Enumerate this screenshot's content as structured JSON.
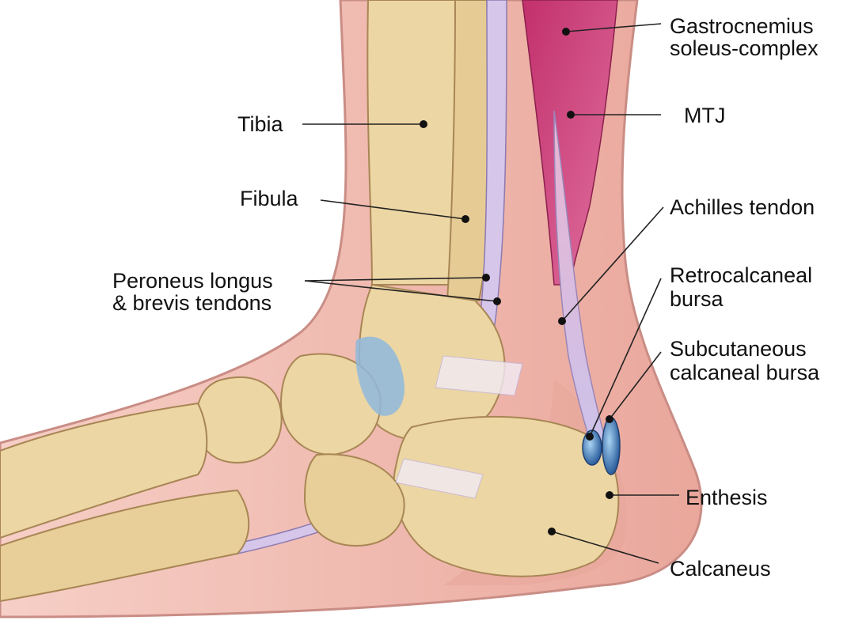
{
  "labels": {
    "gastrocnemius": {
      "line1": "Gastrocnemius",
      "line2": "soleus-complex"
    },
    "mtj": "MTJ",
    "tibia": "Tibia",
    "fibula": "Fibula",
    "achilles": "Achilles tendon",
    "peroneus": {
      "line1": "Peroneus longus",
      "line2": "& brevis tendons"
    },
    "retrocalcaneal": {
      "line1": "Retrocalcaneal",
      "line2": "bursa"
    },
    "subcutaneous": {
      "line1": "Subcutaneous",
      "line2": "calcaneal bursa"
    },
    "enthesis": "Enthesis",
    "calcaneus": "Calcaneus"
  },
  "colors": {
    "skin": "#efb7ad",
    "skin_inner": "#e39b92",
    "bone": "#ecd6a4",
    "bone_shadow": "#c9a970",
    "muscle": "#d2407a",
    "tendon": "#d9c7e6",
    "bursa": "#3f78b8",
    "leader": "#222222"
  }
}
